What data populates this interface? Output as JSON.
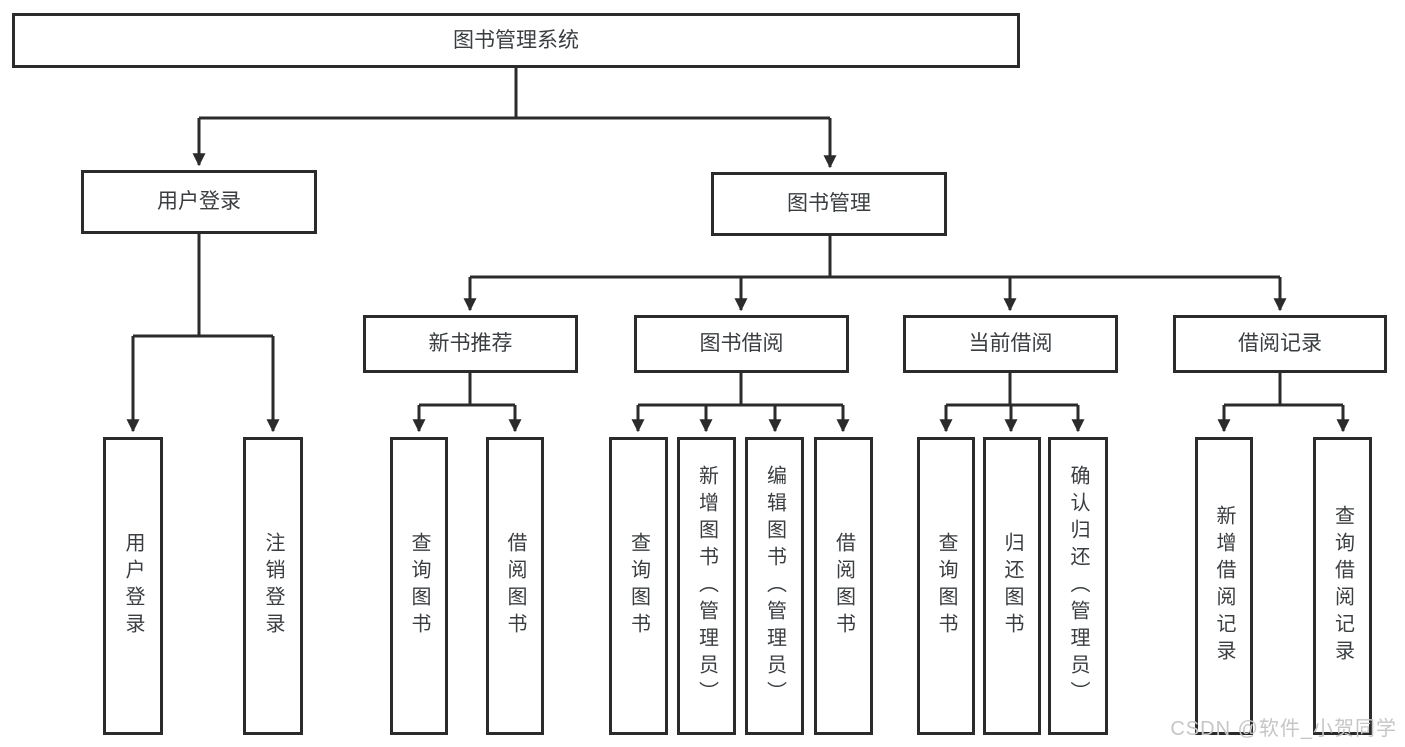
{
  "page": {
    "background": "#ffffff"
  },
  "diagram": {
    "type": "tree",
    "title": "图书管理系统",
    "line_color": "#2b2b2b",
    "text_color": "#3a3e41",
    "nodes": {
      "root": {
        "label": "图书管理系统",
        "level": 1
      },
      "user_login": {
        "label": "用户登录",
        "level": 2,
        "parent": "root"
      },
      "book_management": {
        "label": "图书管理",
        "level": 2,
        "parent": "root"
      },
      "leaf_login": {
        "label": "用户登录",
        "level": 3,
        "parent": "user_login"
      },
      "leaf_logout": {
        "label": "注销登录",
        "level": 3,
        "parent": "user_login"
      },
      "new_book": {
        "label": "新书推荐",
        "level": 3,
        "parent": "book_management"
      },
      "book_borrow": {
        "label": "图书借阅",
        "level": 3,
        "parent": "book_management"
      },
      "current_borrow": {
        "label": "当前借阅",
        "level": 3,
        "parent": "book_management"
      },
      "borrow_record": {
        "label": "借阅记录",
        "level": 3,
        "parent": "book_management"
      },
      "nb_query": {
        "label": "查询图书",
        "level": 4,
        "parent": "new_book"
      },
      "nb_borrow": {
        "label": "借阅图书",
        "level": 4,
        "parent": "new_book"
      },
      "bb_query": {
        "label": "查询图书",
        "level": 4,
        "parent": "book_borrow"
      },
      "bb_add": {
        "label": "新增图书（管理员）",
        "level": 4,
        "parent": "book_borrow"
      },
      "bb_edit": {
        "label": "编辑图书（管理员）",
        "level": 4,
        "parent": "book_borrow"
      },
      "bb_borrow": {
        "label": "借阅图书",
        "level": 4,
        "parent": "book_borrow"
      },
      "cb_query": {
        "label": "查询图书",
        "level": 4,
        "parent": "current_borrow"
      },
      "cb_return": {
        "label": "归还图书",
        "level": 4,
        "parent": "current_borrow"
      },
      "cb_confirm": {
        "label": "确认归还（管理员）",
        "level": 4,
        "parent": "current_borrow"
      },
      "br_add": {
        "label": "新增借阅记录",
        "level": 4,
        "parent": "borrow_record"
      },
      "br_query": {
        "label": "查询借阅记录",
        "level": 4,
        "parent": "borrow_record"
      }
    }
  },
  "watermark": {
    "text": "CSDN @软件_小贺同学",
    "color": "#c6c6c6"
  }
}
